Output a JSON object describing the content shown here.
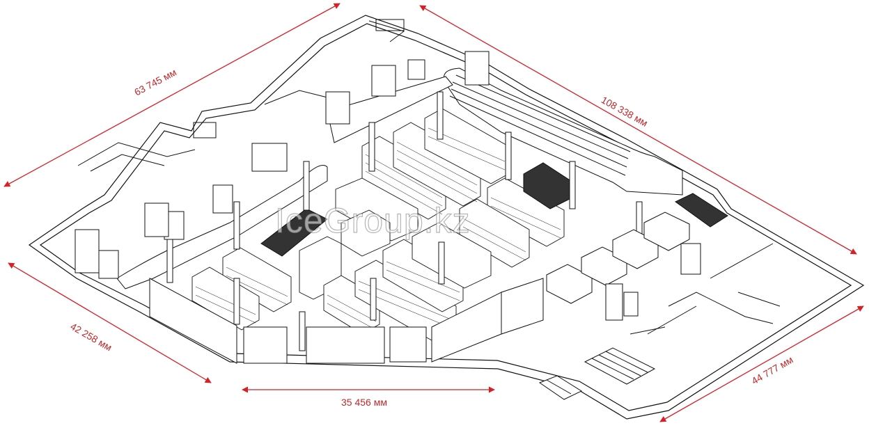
{
  "dimensions": {
    "top_left": "63 745 мм",
    "top_right": "108 338 мм",
    "bottom_left": "42 258 мм",
    "bottom_center": "35 456 мм",
    "bottom_right": "44 777 мм"
  },
  "watermark": "IceGroup.kz",
  "colors": {
    "dimension_line": "#d81f26",
    "outline": "#111111",
    "fill": "#ffffff"
  }
}
